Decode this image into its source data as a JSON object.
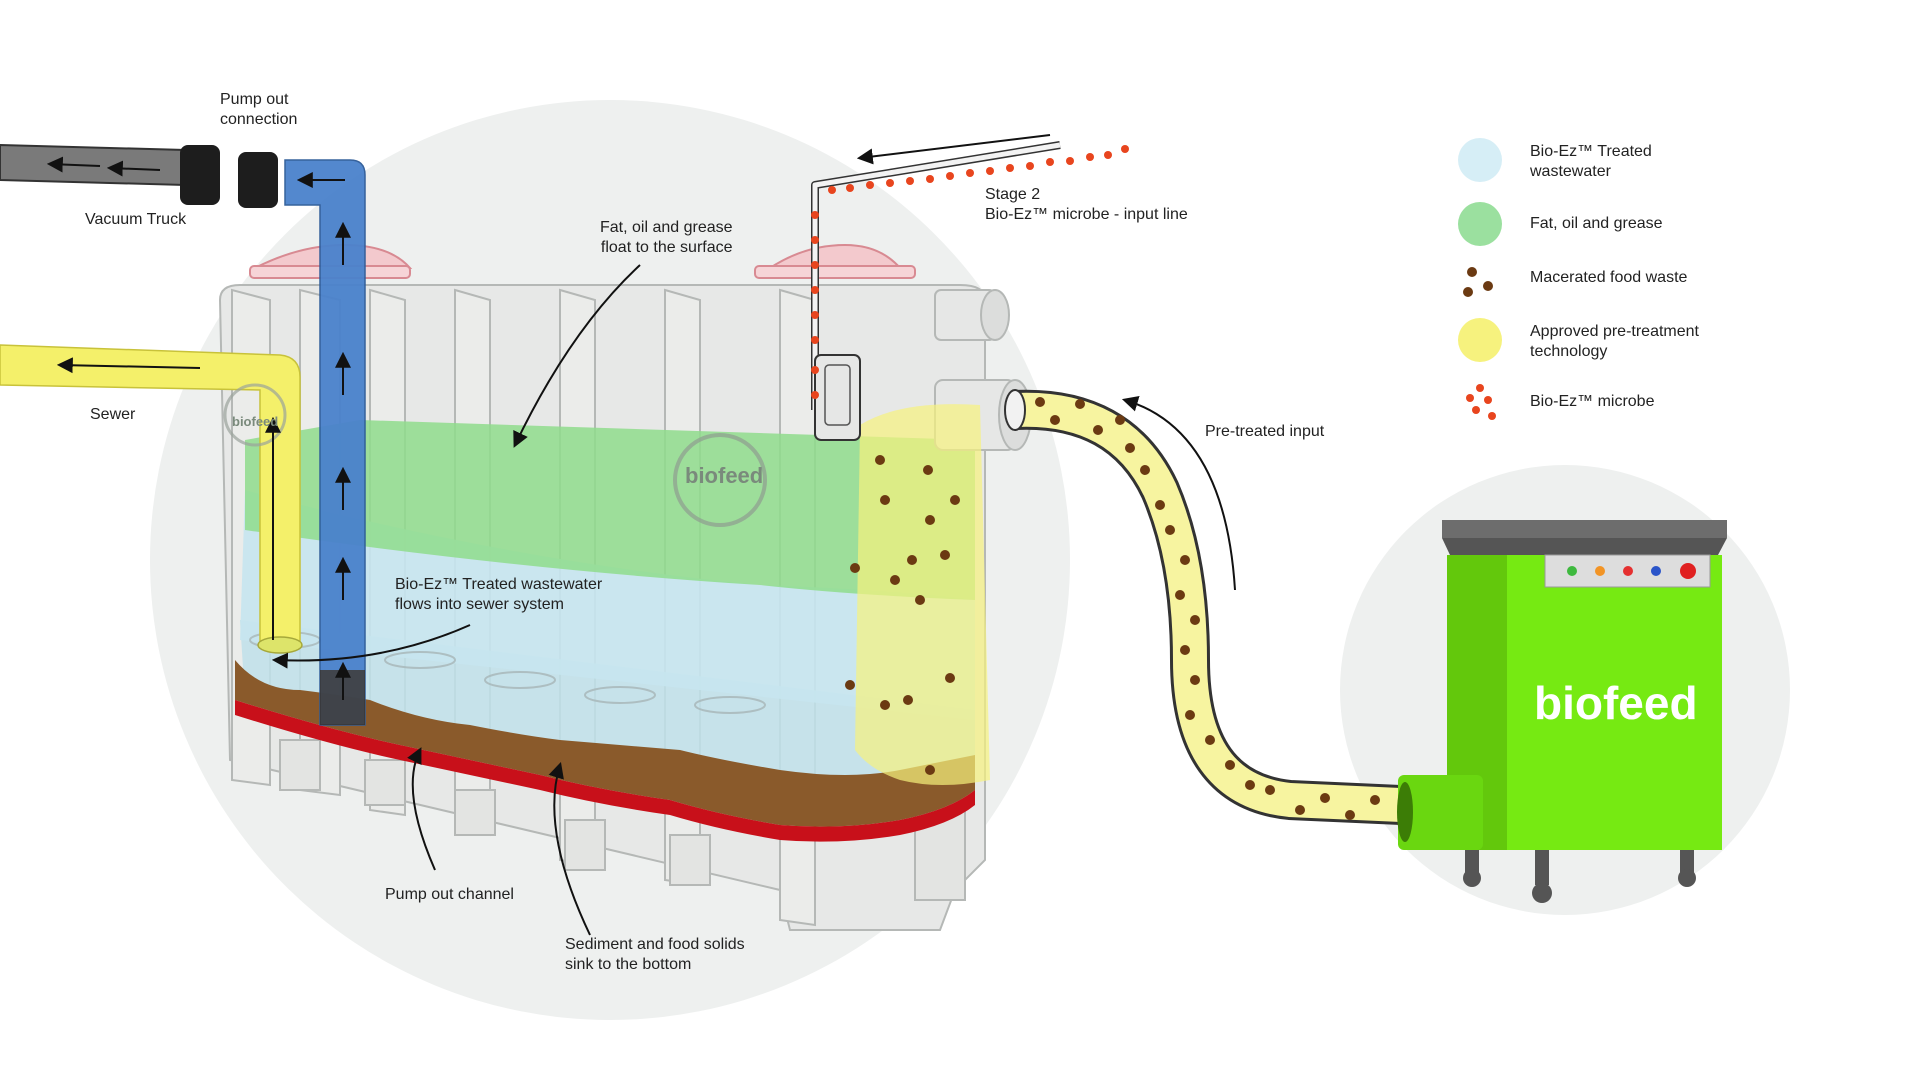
{
  "labels": {
    "pump_out_connection": "Pump out\nconnection",
    "vacuum_truck": "Vacuum Truck",
    "sewer": "Sewer",
    "fog_float": "Fat, oil and grease\nfloat to the surface",
    "stage2": "Stage 2\nBio-Ez™ microbe - input line",
    "treated_flows": "Bio-Ez™ Treated wastewater\nflows into sewer system",
    "pump_out_channel": "Pump out channel",
    "sediment": "Sediment and food solids\nsink to the bottom",
    "pretreated_input": "Pre-treated input"
  },
  "brand": {
    "tank_logo": "biofeed",
    "machine_logo": "biofeed"
  },
  "legend": [
    {
      "label": "Bio-Ez™ Treated\nwastewater",
      "color": "#d6eef6",
      "icon": "treated-wastewater-swatch"
    },
    {
      "label": "Fat, oil and grease",
      "color": "#9be09f",
      "icon": "fog-swatch"
    },
    {
      "label": "Macerated food waste",
      "color": "#6b3a12",
      "icon": "food-waste-dots"
    },
    {
      "label": "Approved pre-treatment\ntechnology",
      "color": "#f6f27e",
      "icon": "pretreatment-swatch"
    },
    {
      "label": "Bio-Ez™ microbe",
      "color": "#e8451e",
      "icon": "microbe-dots"
    }
  ],
  "colors": {
    "background_circle": "#eef0ef",
    "tank_body": "#e4e5e4",
    "treated_water": "#bfe1ea",
    "fog": "#8fdc8c",
    "sediment": "#8a5a2b",
    "channel": "#c8101a",
    "sewer_pipe": "#f4f06a",
    "pump_pipe": "#4a82cc",
    "truck_hose": "#6f6f6f",
    "machine": "#76ea12",
    "microbe": "#e8451e",
    "food_waste": "#6b3a12"
  }
}
